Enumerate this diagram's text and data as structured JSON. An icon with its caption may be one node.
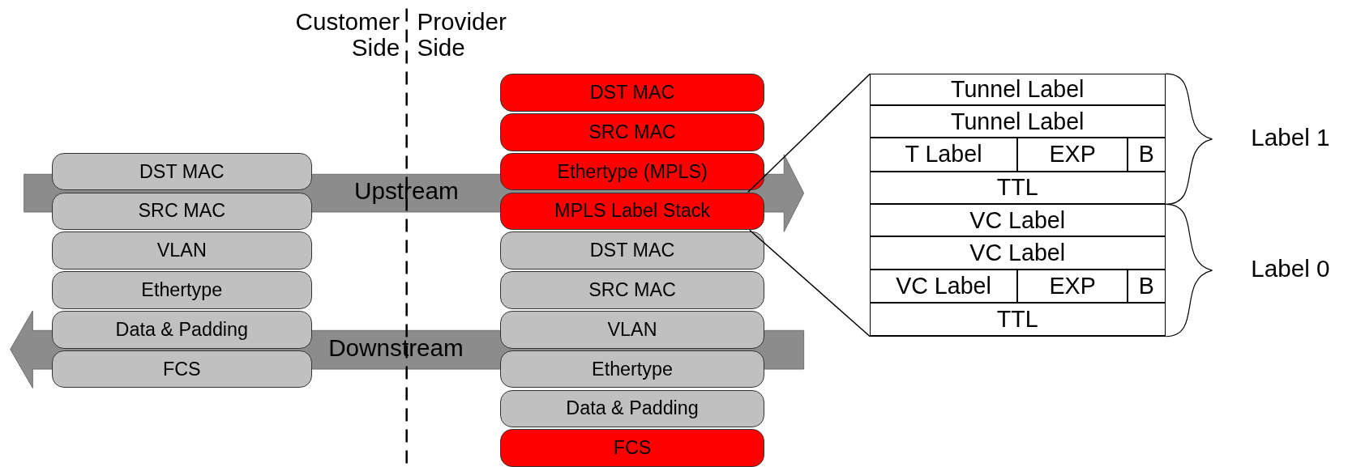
{
  "diagram": {
    "nodes": [
      {
        "text": [
          "DST MAC"
        ]
      },
      {
        "text": [
          "SRC MAC"
        ]
      },
      {
        "text": [
          "VLAN"
        ]
      },
      {
        "text": [
          "Ethertype"
        ]
      },
      {
        "text": [
          "Data & Padding"
        ]
      },
      {
        "text": [
          "FCS"
        ]
      },
      {
        "text": [
          "DST MAC"
        ]
      },
      {
        "text": [
          "SRC MAC"
        ]
      },
      {
        "text": [
          "Ethertype (MPLS)"
        ]
      },
      {
        "text": [
          "MPLS Label Stack"
        ]
      },
      {
        "text": [
          "DST MAC"
        ]
      },
      {
        "text": [
          "SRC MAC"
        ]
      },
      {
        "text": [
          "VLAN"
        ]
      },
      {
        "text": [
          "Ethertype"
        ]
      },
      {
        "text": [
          "Data & Padding"
        ]
      },
      {
        "text": [
          "FCS"
        ]
      },
      {
        "text": [],
        "shape": "box"
      },
      {
        "text": [
          "Tunnel Label"
        ],
        "in": 16
      },
      {
        "text": [
          "Tunnel Label"
        ],
        "in": 16
      },
      {
        "text": [
          "T Label"
        ],
        "in": 16
      },
      {
        "text": [
          "EXP"
        ],
        "in": 16
      },
      {
        "text": [
          "B"
        ],
        "in": 16
      },
      {
        "text": [
          "TTL"
        ],
        "in": 16
      },
      {
        "text": [
          "VC Label"
        ],
        "in": 16
      },
      {
        "text": [
          "VC Label"
        ],
        "in": 16
      },
      {
        "text": [
          "VC Label"
        ],
        "in": 16
      },
      {
        "text": [
          "EXP"
        ],
        "in": 16
      },
      {
        "text": [
          "B"
        ],
        "in": 16
      },
      {
        "text": [
          "TTL"
        ],
        "in": 16
      }
    ],
    "edges": [
      {
        "from": 9,
        "to": 16,
        "arrow": "none"
      },
      {
        "from": 9,
        "to": 16,
        "arrow": "none"
      }
    ],
    "labels": [
      "Customer Side",
      "Provider Side",
      "Upstream",
      "Downstream",
      "Label 1",
      "Label 0"
    ]
  }
}
